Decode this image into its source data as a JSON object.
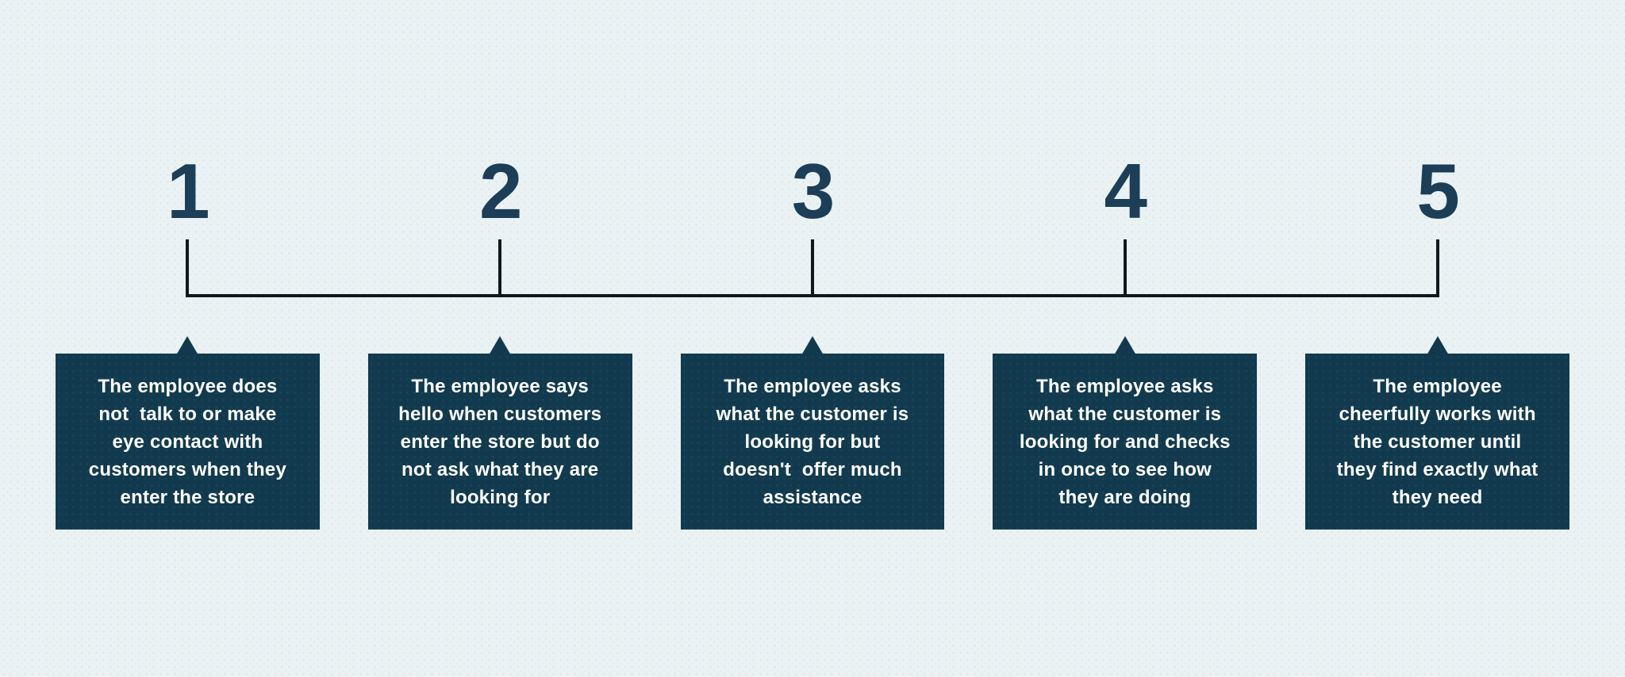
{
  "colors": {
    "background": "#ebf2f4",
    "background_dots": "#dce8ec",
    "callout_box": "#123a4e",
    "number_text": "#1c3e57",
    "scale_line": "#10181e",
    "callout_text": "#ffffff"
  },
  "scale": {
    "min": "1",
    "max": "5",
    "items": [
      {
        "number": "1",
        "lines": [
          "The employee does",
          "not  talk to or make",
          "eye contact with",
          "customers when they",
          "enter the store"
        ]
      },
      {
        "number": "2",
        "lines": [
          "The employee says",
          "hello when customers",
          "enter the store but do",
          "not ask what they are",
          "looking for"
        ]
      },
      {
        "number": "3",
        "lines": [
          "The employee asks",
          "what the customer is",
          "looking for but",
          "doesn't  offer much",
          "assistance"
        ]
      },
      {
        "number": "4",
        "lines": [
          "The employee asks",
          "what the customer is",
          "looking for and checks",
          "in once to see how",
          "they are doing"
        ]
      },
      {
        "number": "5",
        "lines": [
          "The employee",
          "cheerfully works with",
          "the customer until",
          "they find exactly what",
          "they need"
        ]
      }
    ]
  }
}
